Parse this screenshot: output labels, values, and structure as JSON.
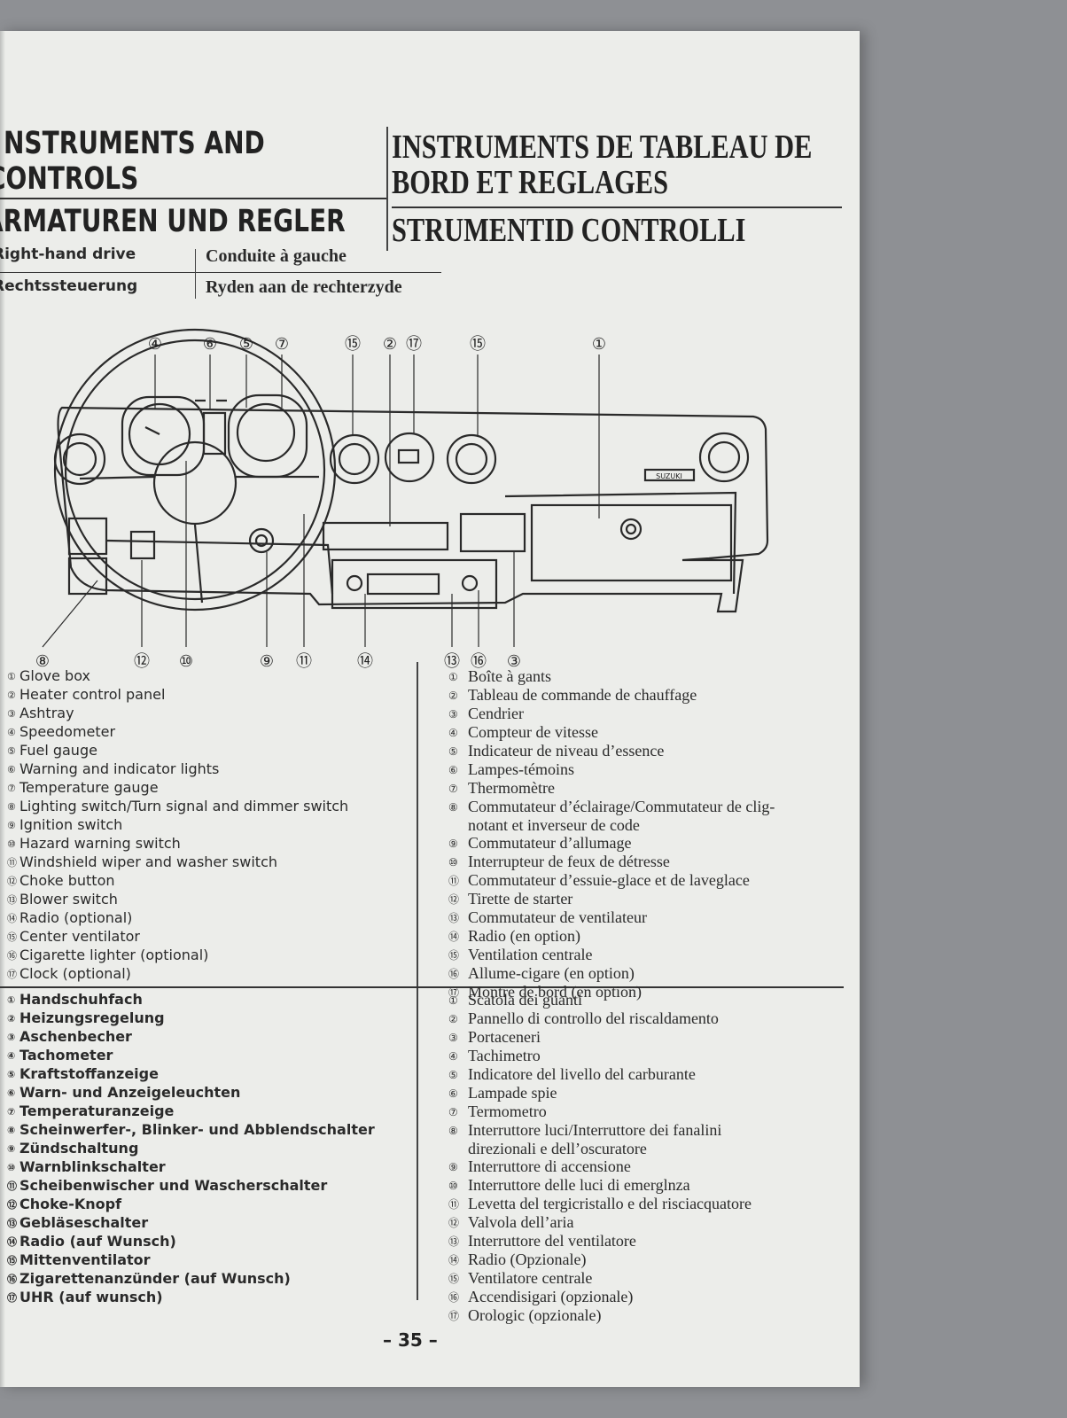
{
  "headings": {
    "en_line1": "NSTRUMENTS AND",
    "en_line2": "CONTROLS",
    "fr_line1": "INSTRUMENTS DE TABLEAU DE",
    "fr_line2": "BORD ET REGLAGES",
    "de": "ARMATUREN UND REGLER",
    "it": "STRUMENTID CONTROLLI"
  },
  "subheadings": {
    "en": "Right-hand drive",
    "fr": "Conduite à gauche",
    "de": "Rechtssteuerung",
    "nl": "Ryden aan de rechterzyde"
  },
  "diagram": {
    "top_callouts": [
      "④",
      "⑥",
      "⑤",
      "⑦",
      "⑮",
      "②",
      "⑰",
      "⑮",
      "①"
    ],
    "bottom_callouts": [
      "⑧",
      "⑫",
      "⑩",
      "⑨",
      "⑪",
      "⑭",
      "⑬",
      "⑯",
      "③"
    ],
    "badge": "SUZUKI"
  },
  "lists": {
    "en": [
      {
        "n": "①",
        "t": "Glove box"
      },
      {
        "n": "②",
        "t": "Heater control panel"
      },
      {
        "n": "③",
        "t": "Ashtray"
      },
      {
        "n": "④",
        "t": "Speedometer"
      },
      {
        "n": "⑤",
        "t": "Fuel gauge"
      },
      {
        "n": "⑥",
        "t": "Warning and indicator lights"
      },
      {
        "n": "⑦",
        "t": "Temperature gauge"
      },
      {
        "n": "⑧",
        "t": "Lighting switch/Turn signal and dimmer switch"
      },
      {
        "n": "⑨",
        "t": "Ignition switch"
      },
      {
        "n": "⑩",
        "t": "Hazard warning switch"
      },
      {
        "n": "⑪",
        "t": "Windshield wiper and washer switch"
      },
      {
        "n": "⑫",
        "t": "Choke button"
      },
      {
        "n": "⑬",
        "t": "Blower switch"
      },
      {
        "n": "⑭",
        "t": "Radio (optional)"
      },
      {
        "n": "⑮",
        "t": "Center ventilator"
      },
      {
        "n": "⑯",
        "t": "Cigarette lighter (optional)"
      },
      {
        "n": "⑰",
        "t": "Clock (optional)"
      }
    ],
    "fr": [
      {
        "n": "①",
        "t": "Boîte à gants"
      },
      {
        "n": "②",
        "t": "Tableau de commande de chauffage"
      },
      {
        "n": "③",
        "t": "Cendrier"
      },
      {
        "n": "④",
        "t": "Compteur de vitesse"
      },
      {
        "n": "⑤",
        "t": "Indicateur de niveau d’essence"
      },
      {
        "n": "⑥",
        "t": "Lampes-témoins"
      },
      {
        "n": "⑦",
        "t": "Thermomètre"
      },
      {
        "n": "⑧",
        "t": "Commutateur d’éclairage/Commutateur de clig-"
      },
      {
        "n": "",
        "t": "notant et inverseur de code"
      },
      {
        "n": "⑨",
        "t": "Commutateur d’allumage"
      },
      {
        "n": "⑩",
        "t": "Interrupteur de feux de détresse"
      },
      {
        "n": "⑪",
        "t": "Commutateur d’essuie-glace et de laveglace"
      },
      {
        "n": "⑫",
        "t": "Tirette de starter"
      },
      {
        "n": "⑬",
        "t": "Commutateur de ventilateur"
      },
      {
        "n": "⑭",
        "t": "Radio (en option)"
      },
      {
        "n": "⑮",
        "t": "Ventilation centrale"
      },
      {
        "n": "⑯",
        "t": "Allume-cigare (en option)"
      },
      {
        "n": "⑰",
        "t": "Montre de bord (en option)"
      }
    ],
    "de": [
      {
        "n": "①",
        "t": "Handschuhfach"
      },
      {
        "n": "②",
        "t": "Heizungsregelung"
      },
      {
        "n": "③",
        "t": "Aschenbecher"
      },
      {
        "n": "④",
        "t": "Tachometer"
      },
      {
        "n": "⑤",
        "t": "Kraftstoffanzeige"
      },
      {
        "n": "⑥",
        "t": "Warn- und Anzeigeleuchten"
      },
      {
        "n": "⑦",
        "t": "Temperaturanzeige"
      },
      {
        "n": "⑧",
        "t": "Scheinwerfer-, Blinker- und Abblendschalter"
      },
      {
        "n": "⑨",
        "t": "Zündschaltung"
      },
      {
        "n": "⑩",
        "t": "Warnblinkschalter"
      },
      {
        "n": "⑪",
        "t": "Scheibenwischer und Wascherschalter"
      },
      {
        "n": "⑫",
        "t": "Choke-Knopf"
      },
      {
        "n": "⑬",
        "t": "Gebläseschalter"
      },
      {
        "n": "⑭",
        "t": "Radio (auf Wunsch)"
      },
      {
        "n": "⑮",
        "t": "Mittenventilator"
      },
      {
        "n": "⑯",
        "t": "Zigarettenanzünder (auf Wunsch)"
      },
      {
        "n": "⑰",
        "t": "UHR (auf wunsch)"
      }
    ],
    "it": [
      {
        "n": "①",
        "t": "Scatola dei guanti"
      },
      {
        "n": "②",
        "t": "Pannello di controllo del riscaldamento"
      },
      {
        "n": "③",
        "t": "Portaceneri"
      },
      {
        "n": "④",
        "t": "Tachimetro"
      },
      {
        "n": "⑤",
        "t": "Indicatore del livello del carburante"
      },
      {
        "n": "⑥",
        "t": "Lampade spie"
      },
      {
        "n": "⑦",
        "t": "Termometro"
      },
      {
        "n": "⑧",
        "t": "Interruttore    luci/Interruttore    dei    fanalini"
      },
      {
        "n": "",
        "t": "direzionali e dell’oscuratore"
      },
      {
        "n": "⑨",
        "t": "Interruttore di accensione"
      },
      {
        "n": "⑩",
        "t": "Interruttore delle luci di emerglnza"
      },
      {
        "n": "⑪",
        "t": "Levetta del tergicristallo e del risciacquatore"
      },
      {
        "n": "⑫",
        "t": "Valvola dell’aria"
      },
      {
        "n": "⑬",
        "t": "Interruttore del ventilatore"
      },
      {
        "n": "⑭",
        "t": "Radio (Opzionale)"
      },
      {
        "n": "⑮",
        "t": "Ventilatore centrale"
      },
      {
        "n": "⑯",
        "t": "Accendisigari (opzionale)"
      },
      {
        "n": "⑰",
        "t": "Orologic (opzionale)"
      }
    ]
  },
  "page_number": "– 35 –"
}
